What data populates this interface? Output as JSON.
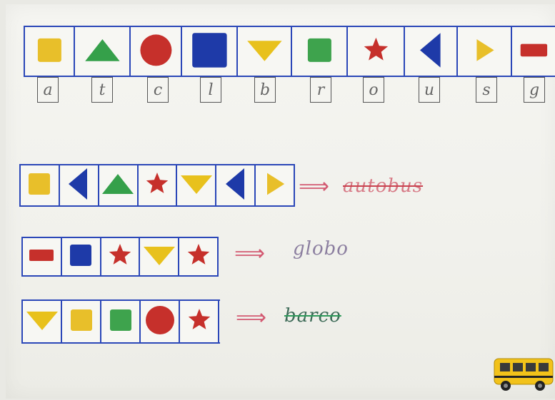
{
  "key": {
    "shapes": [
      {
        "shape": "square",
        "color": "#e8bf2a",
        "size": "small"
      },
      {
        "shape": "triangle-up",
        "color": "#35a04a"
      },
      {
        "shape": "circle",
        "color": "#c6302b"
      },
      {
        "shape": "square",
        "color": "#1e3aa8",
        "size": "large"
      },
      {
        "shape": "triangle-down",
        "color": "#e8c11c"
      },
      {
        "shape": "square",
        "color": "#3ea34d",
        "size": "small"
      },
      {
        "shape": "star",
        "color": "#c6302b"
      },
      {
        "shape": "triangle-left",
        "color": "#1e3aa8"
      },
      {
        "shape": "triangle-right",
        "color": "#e8bf2a",
        "size": "tiny"
      },
      {
        "shape": "rectangle",
        "color": "#c6302b"
      }
    ],
    "letters": [
      "a",
      "t",
      "c",
      "l",
      "b",
      "r",
      "o",
      "u",
      "s",
      "g"
    ]
  },
  "puzzles": [
    {
      "shapes": [
        {
          "shape": "square",
          "color": "#e8bf2a"
        },
        {
          "shape": "triangle-left",
          "color": "#1e3aa8"
        },
        {
          "shape": "triangle-up",
          "color": "#35a04a"
        },
        {
          "shape": "star",
          "color": "#c6302b"
        },
        {
          "shape": "triangle-down",
          "color": "#e8c11c"
        },
        {
          "shape": "triangle-left",
          "color": "#1e3aa8"
        },
        {
          "shape": "triangle-right",
          "color": "#e8bf2a"
        }
      ],
      "arrow": "⟹",
      "answer": "autobus"
    },
    {
      "shapes": [
        {
          "shape": "rectangle",
          "color": "#c6302b"
        },
        {
          "shape": "square",
          "color": "#1e3aa8"
        },
        {
          "shape": "star",
          "color": "#c6302b"
        },
        {
          "shape": "triangle-down",
          "color": "#e8c11c"
        },
        {
          "shape": "star",
          "color": "#c6302b"
        }
      ],
      "arrow": "⟹",
      "answer": "globo"
    },
    {
      "shapes": [
        {
          "shape": "triangle-down",
          "color": "#e8c11c"
        },
        {
          "shape": "square",
          "color": "#e8bf2a"
        },
        {
          "shape": "square",
          "color": "#3ea34d"
        },
        {
          "shape": "circle",
          "color": "#c6302b"
        },
        {
          "shape": "star",
          "color": "#c6302b"
        }
      ],
      "arrow": "⟹",
      "answer": "barco"
    }
  ]
}
